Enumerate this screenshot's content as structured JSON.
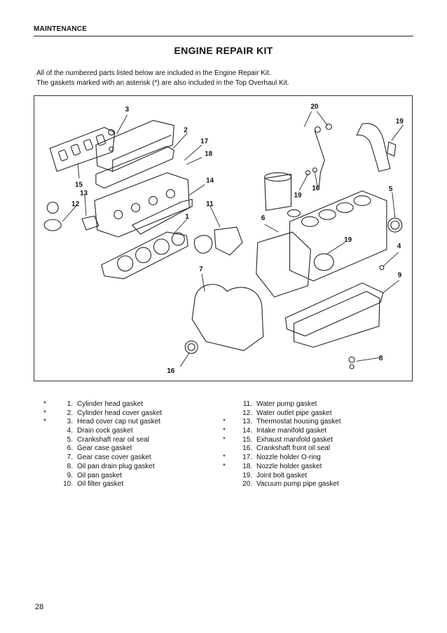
{
  "header": {
    "section": "MAINTENANCE"
  },
  "title": "ENGINE REPAIR KIT",
  "intro": {
    "line1": "All of the numbered parts listed below are included in the Engine Repair Kit.",
    "line2": "The gaskets marked with an asterisk (*) are also included in the Top Overhaul Kit."
  },
  "figure": {
    "callouts": [
      "3",
      "2",
      "17",
      "18",
      "15",
      "13",
      "12",
      "14",
      "1",
      "11",
      "7",
      "16",
      "20",
      "19",
      "19",
      "10",
      "5",
      "6",
      "19",
      "4",
      "9",
      "8"
    ]
  },
  "parts_left": [
    {
      "ast": "*",
      "num": "1.",
      "name": "Cylinder head gasket"
    },
    {
      "ast": "*",
      "num": "2.",
      "name": "Cylinder head cover gasket"
    },
    {
      "ast": "*",
      "num": "3.",
      "name": "Head cover cap nut gasket"
    },
    {
      "ast": "",
      "num": "4.",
      "name": "Drain cock gasket"
    },
    {
      "ast": "",
      "num": "5.",
      "name": "Crankshaft rear oil seal"
    },
    {
      "ast": "",
      "num": "6.",
      "name": "Gear case gasket"
    },
    {
      "ast": "",
      "num": "7.",
      "name": "Gear case cover gasket"
    },
    {
      "ast": "",
      "num": "8.",
      "name": "Oil pan drain plug gasket"
    },
    {
      "ast": "",
      "num": "9.",
      "name": "Oil pan gasket"
    },
    {
      "ast": "",
      "num": "10.",
      "name": "Oil filter gasket"
    }
  ],
  "parts_right": [
    {
      "ast": "",
      "num": "11.",
      "name": "Water pump gasket"
    },
    {
      "ast": "",
      "num": "12.",
      "name": "Water outlet pipe gasket"
    },
    {
      "ast": "*",
      "num": "13.",
      "name": "Thermostat housing gasket"
    },
    {
      "ast": "*",
      "num": "14.",
      "name": "Intake manifold gasket"
    },
    {
      "ast": "*",
      "num": "15.",
      "name": "Exhaust manifold gasket"
    },
    {
      "ast": "",
      "num": "16.",
      "name": "Crankshaft front oil seal"
    },
    {
      "ast": "*",
      "num": "17.",
      "name": "Nozzle holder O-ring"
    },
    {
      "ast": "*",
      "num": "18.",
      "name": "Nozzle holder gasket"
    },
    {
      "ast": "",
      "num": "19.",
      "name": "Joint bolt gasket"
    },
    {
      "ast": "",
      "num": "20.",
      "name": "Vacuum pump pipe gasket"
    }
  ],
  "page_number": "28"
}
